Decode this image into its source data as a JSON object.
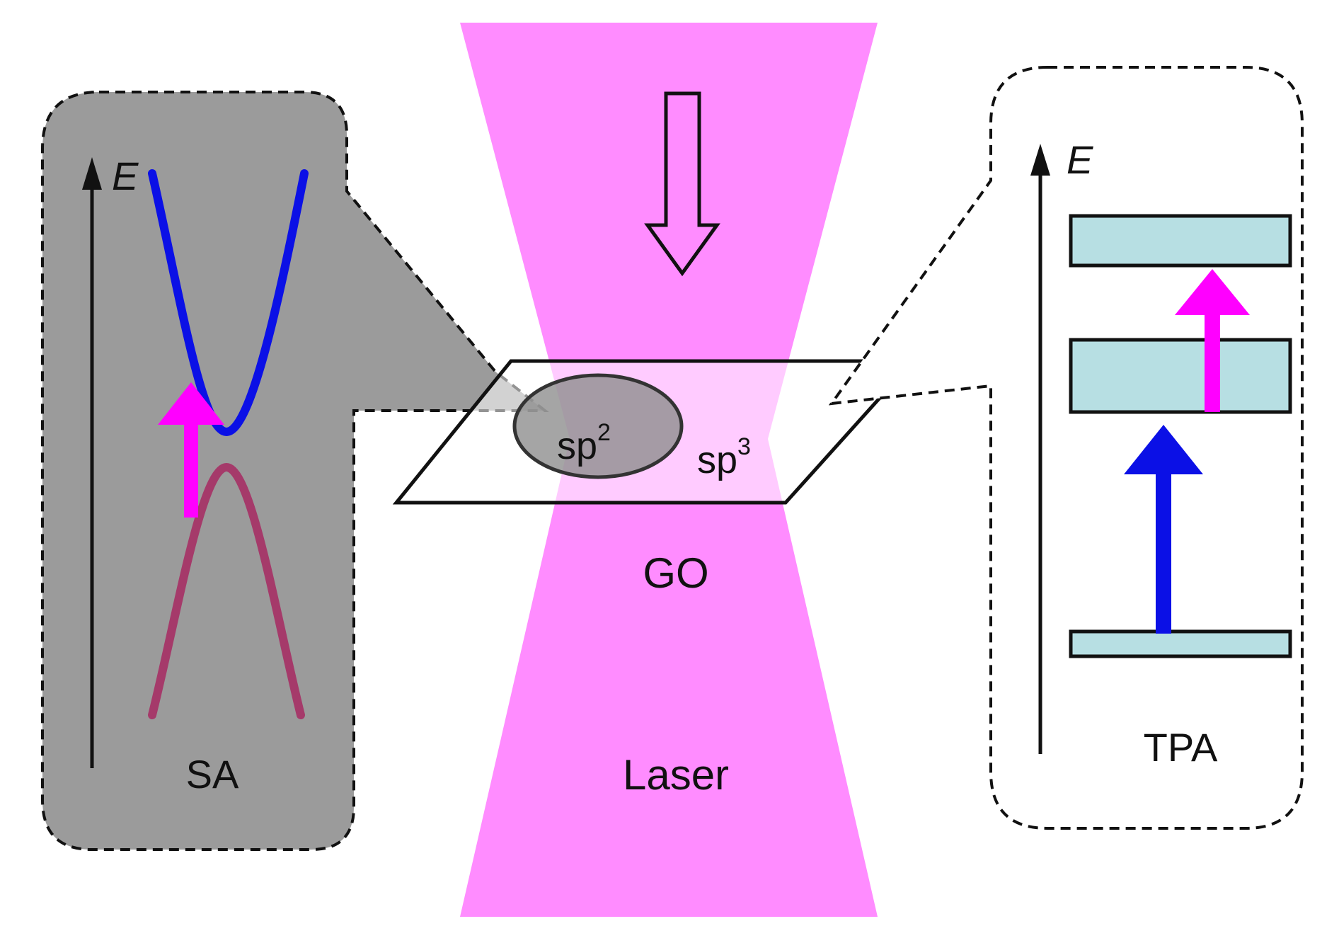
{
  "diagram": {
    "laser_label": "Laser",
    "material_label": "GO",
    "sp2_label": "sp",
    "sp2_sup": "2",
    "sp3_label": "sp",
    "sp3_sup": "3",
    "left_panel": {
      "axis_label": "E",
      "title": "SA"
    },
    "right_panel": {
      "axis_label": "E",
      "title": "TPA"
    }
  },
  "colors": {
    "laser": "#ff8cff",
    "sa_panel": "#9b9b9b",
    "conduction_band": "#0b10e6",
    "valence_band": "#a53a6a",
    "excitation_arrow": "#ff00ff",
    "tpa_arrow": "#0b10e6",
    "energy_level": "#b7dfe3",
    "sp2_region": "#8f8f8f"
  }
}
